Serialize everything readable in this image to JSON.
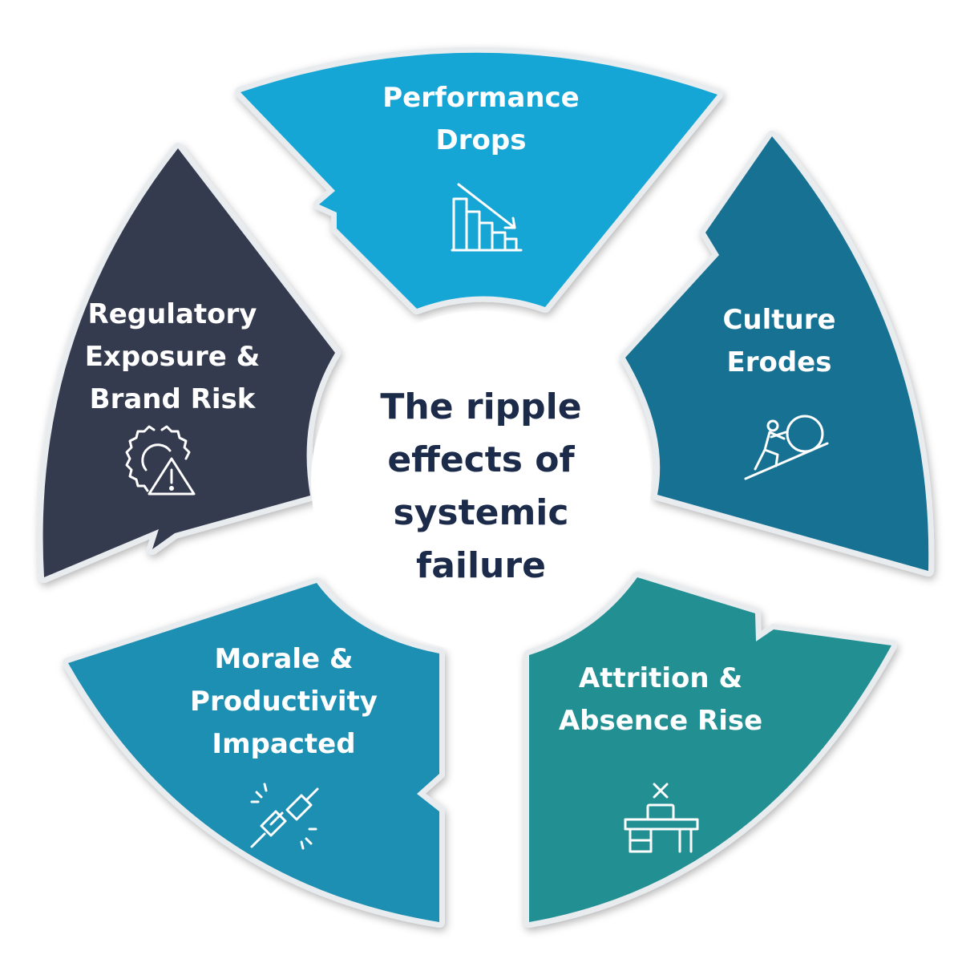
{
  "center": {
    "title_lines": [
      "The ripple",
      "effects of",
      "systemic",
      "failure"
    ]
  },
  "colors": {
    "performance": "#13a6d6",
    "culture": "#137192",
    "attrition": "#208f92",
    "morale": "#1a8fb2",
    "regulatory": "#353a4f",
    "center_text": "#1c2b4a",
    "segment_text": "#ffffff"
  },
  "segments": [
    {
      "id": "performance",
      "lines": [
        "Performance",
        "Drops"
      ],
      "icon": "declining-bar-chart-icon"
    },
    {
      "id": "culture",
      "lines": [
        "Culture",
        "Erodes"
      ],
      "icon": "person-pushing-boulder-icon"
    },
    {
      "id": "attrition",
      "lines": [
        "Attrition &",
        "Absence Rise"
      ],
      "icon": "empty-desk-icon"
    },
    {
      "id": "morale",
      "lines": [
        "Morale &",
        "Productivity",
        "Impacted"
      ],
      "icon": "unplugged-plug-icon"
    },
    {
      "id": "regulatory",
      "lines": [
        "Regulatory",
        "Exposure &",
        "Brand Risk"
      ],
      "icon": "gear-warning-icon"
    }
  ]
}
